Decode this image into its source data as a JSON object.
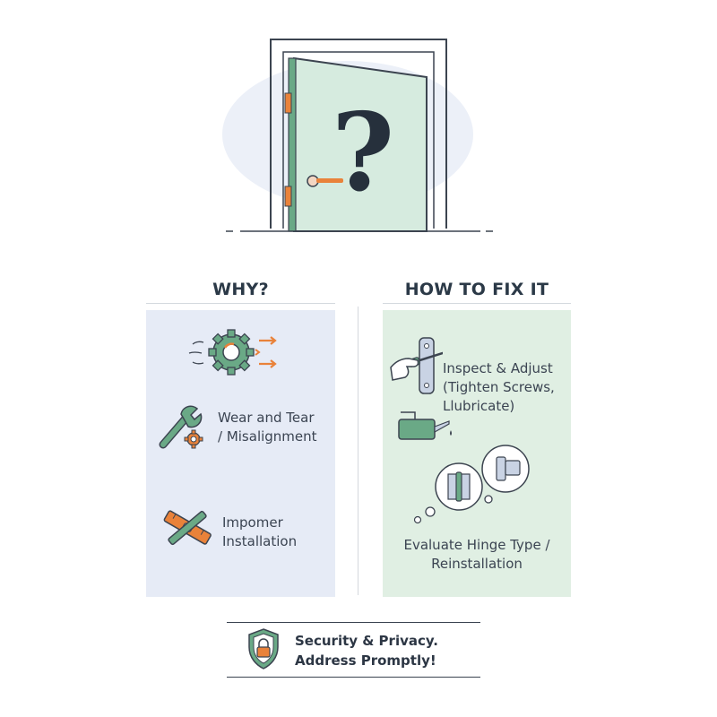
{
  "hero": {
    "icon": "door-question-icon",
    "symbol": "?"
  },
  "why": {
    "title": "WHY?",
    "items": [
      {
        "icon": "gear-arrows-icon",
        "label": ""
      },
      {
        "icon": "wrench-gear-icon",
        "label": "Wear and Tear / Misalignment",
        "line1": "Wear and Tear",
        "line2": "/ Misalignment"
      },
      {
        "icon": "level-crossed-icon",
        "label": "Impomer Installation",
        "line1": "Impomer",
        "line2": "Installation"
      }
    ]
  },
  "fix": {
    "title": "HOW TO FIX IT",
    "items": [
      {
        "icon": "hand-screwdriver-icon",
        "line1": "Inspect & Adjust",
        "line2": "(Tighten Screws,",
        "line3": "Llubricate)"
      },
      {
        "icon": "oil-can-icon"
      },
      {
        "icon": "hinge-thought-bubble-icon",
        "line1": "Evaluate Hinge Type /",
        "line2": "Reinstallation"
      }
    ]
  },
  "banner": {
    "icon": "shield-lock-icon",
    "line1": "Security & Privacy.",
    "line2": "Address Promptly!"
  },
  "colors": {
    "door": "#d6ebdf",
    "door_edge": "#6aa986",
    "hinge": "#e9823a",
    "why_panel": "#e6ebf6",
    "fix_panel": "#e0efe3",
    "ink": "#2b3340"
  }
}
